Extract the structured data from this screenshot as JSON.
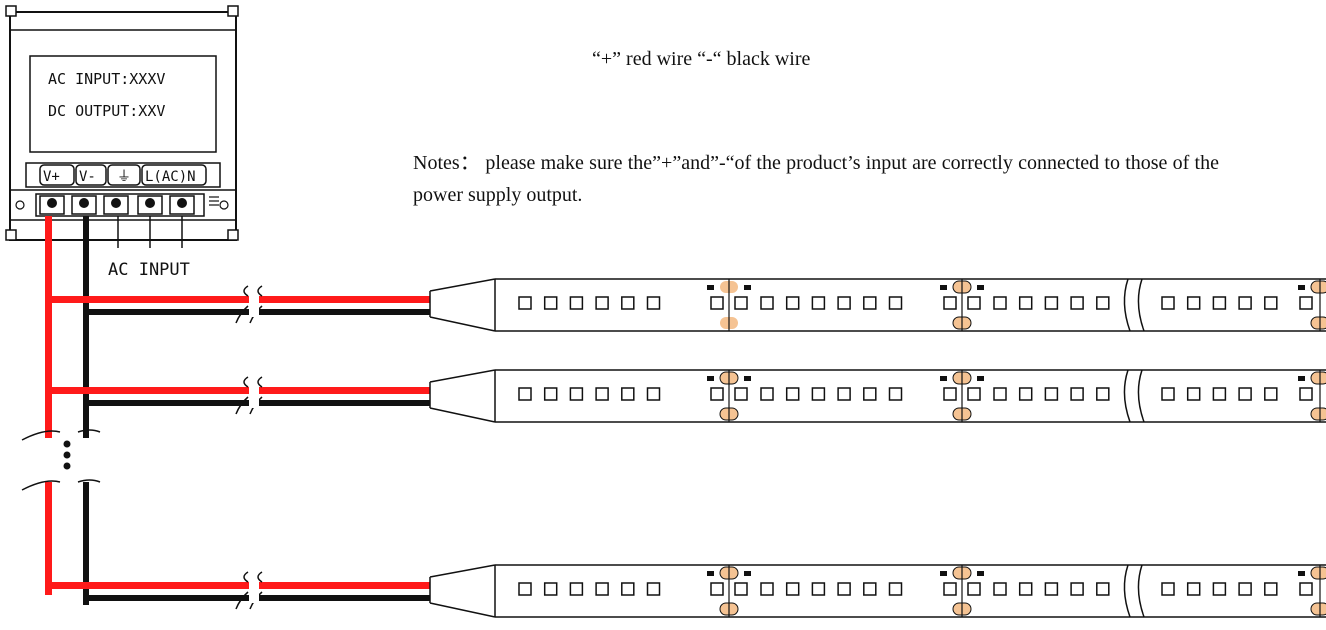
{
  "psu": {
    "ac_input_label": "AC INPUT:XXXV",
    "dc_output_label": "DC OUTPUT:XXV",
    "terminals": [
      "V+",
      "V-",
      "⏚",
      "L(AC)N"
    ],
    "ac_input_caption": "AC INPUT"
  },
  "wire_note": "“+” red wire “-“ black wire",
  "notes": "Notes： please make sure the”+”and”-“of the product’s input are correctly connected to those of the power supply output.",
  "strip": {
    "leds_per_segment": 6,
    "count": 3
  },
  "colors": {
    "positive_wire": "#ff1a1a",
    "negative_wire": "#111111",
    "solder_pad": "#f5c393"
  }
}
